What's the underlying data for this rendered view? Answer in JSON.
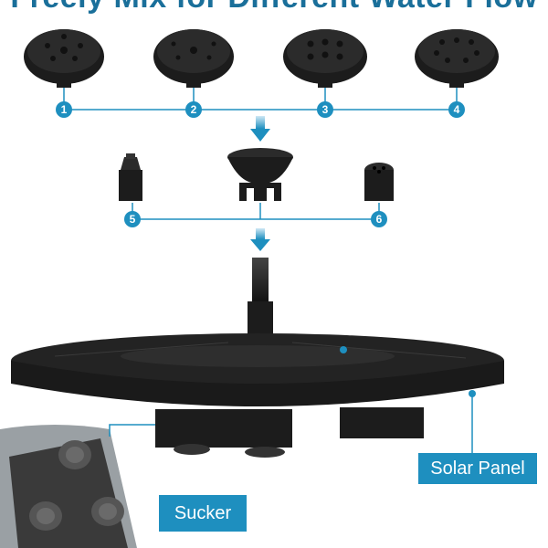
{
  "title": "Freely Mix for Different Water Flow",
  "nozzles_top": [
    {
      "number": "1"
    },
    {
      "number": "2"
    },
    {
      "number": "3"
    },
    {
      "number": "4"
    }
  ],
  "nozzles_mid": [
    {
      "number": "5"
    },
    {
      "number": "6"
    }
  ],
  "labels": {
    "solar_panel": "Solar Panel",
    "sucker": "Sucker"
  },
  "colors": {
    "accent": "#1e8fbf",
    "product": "#1c1c1c"
  },
  "icons": [
    "down-arrow-icon",
    "down-arrow-icon"
  ]
}
